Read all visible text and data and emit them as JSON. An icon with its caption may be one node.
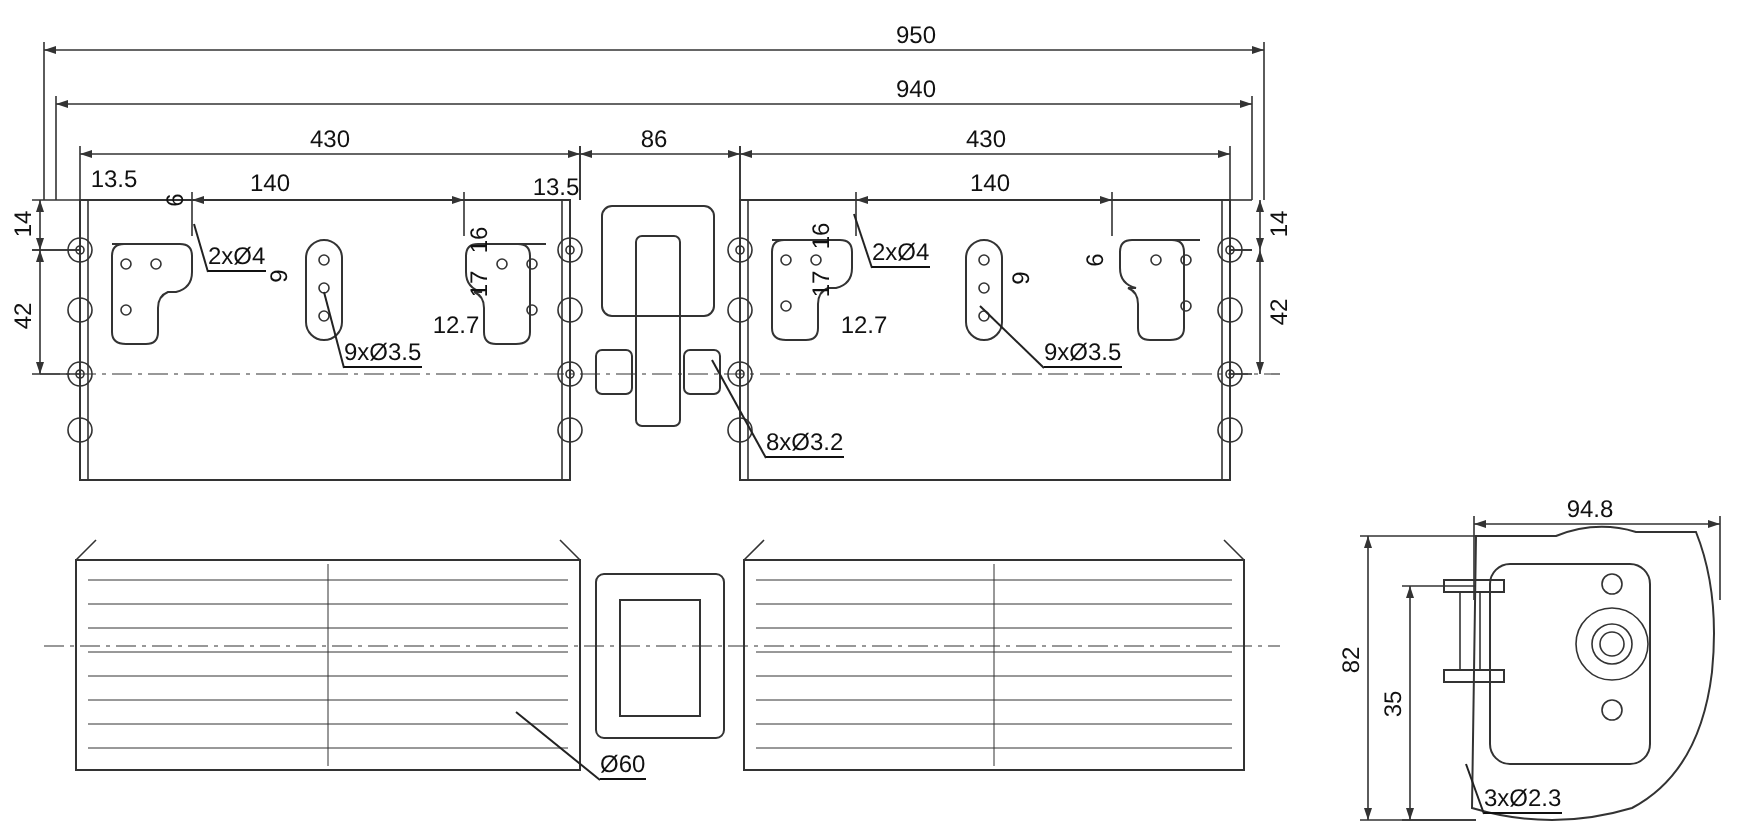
{
  "diagram": {
    "nodes": [
      {
        "text": [
          "2xØ4"
        ]
      },
      {
        "text": [
          "9xØ3.5"
        ]
      },
      {
        "text": [
          "2xØ4"
        ]
      },
      {
        "text": [
          "9xØ3.5"
        ]
      },
      {
        "text": [
          "8xØ3.2"
        ]
      },
      {
        "text": [
          "Ø60"
        ]
      },
      {
        "text": [
          "3xØ2.3"
        ]
      }
    ],
    "edges": [
      {
        "from": 0,
        "to": null,
        "arrow": "none"
      },
      {
        "from": 1,
        "to": null,
        "arrow": "none"
      },
      {
        "from": 2,
        "to": null,
        "arrow": "none"
      },
      {
        "from": 3,
        "to": null,
        "arrow": "none"
      },
      {
        "from": 4,
        "to": null,
        "arrow": "none"
      },
      {
        "from": 5,
        "to": null,
        "arrow": "none"
      },
      {
        "from": 6,
        "to": null,
        "arrow": "none"
      }
    ],
    "labels": [
      "950",
      "940",
      "430",
      "86",
      "430",
      "13.5",
      "6",
      "140",
      "13.5",
      "16",
      "14",
      "9",
      "17",
      "42",
      "12.7",
      "140",
      "16",
      "6",
      "9",
      "17",
      "12.7",
      "14",
      "42",
      "94.8",
      "82",
      "35"
    ]
  }
}
